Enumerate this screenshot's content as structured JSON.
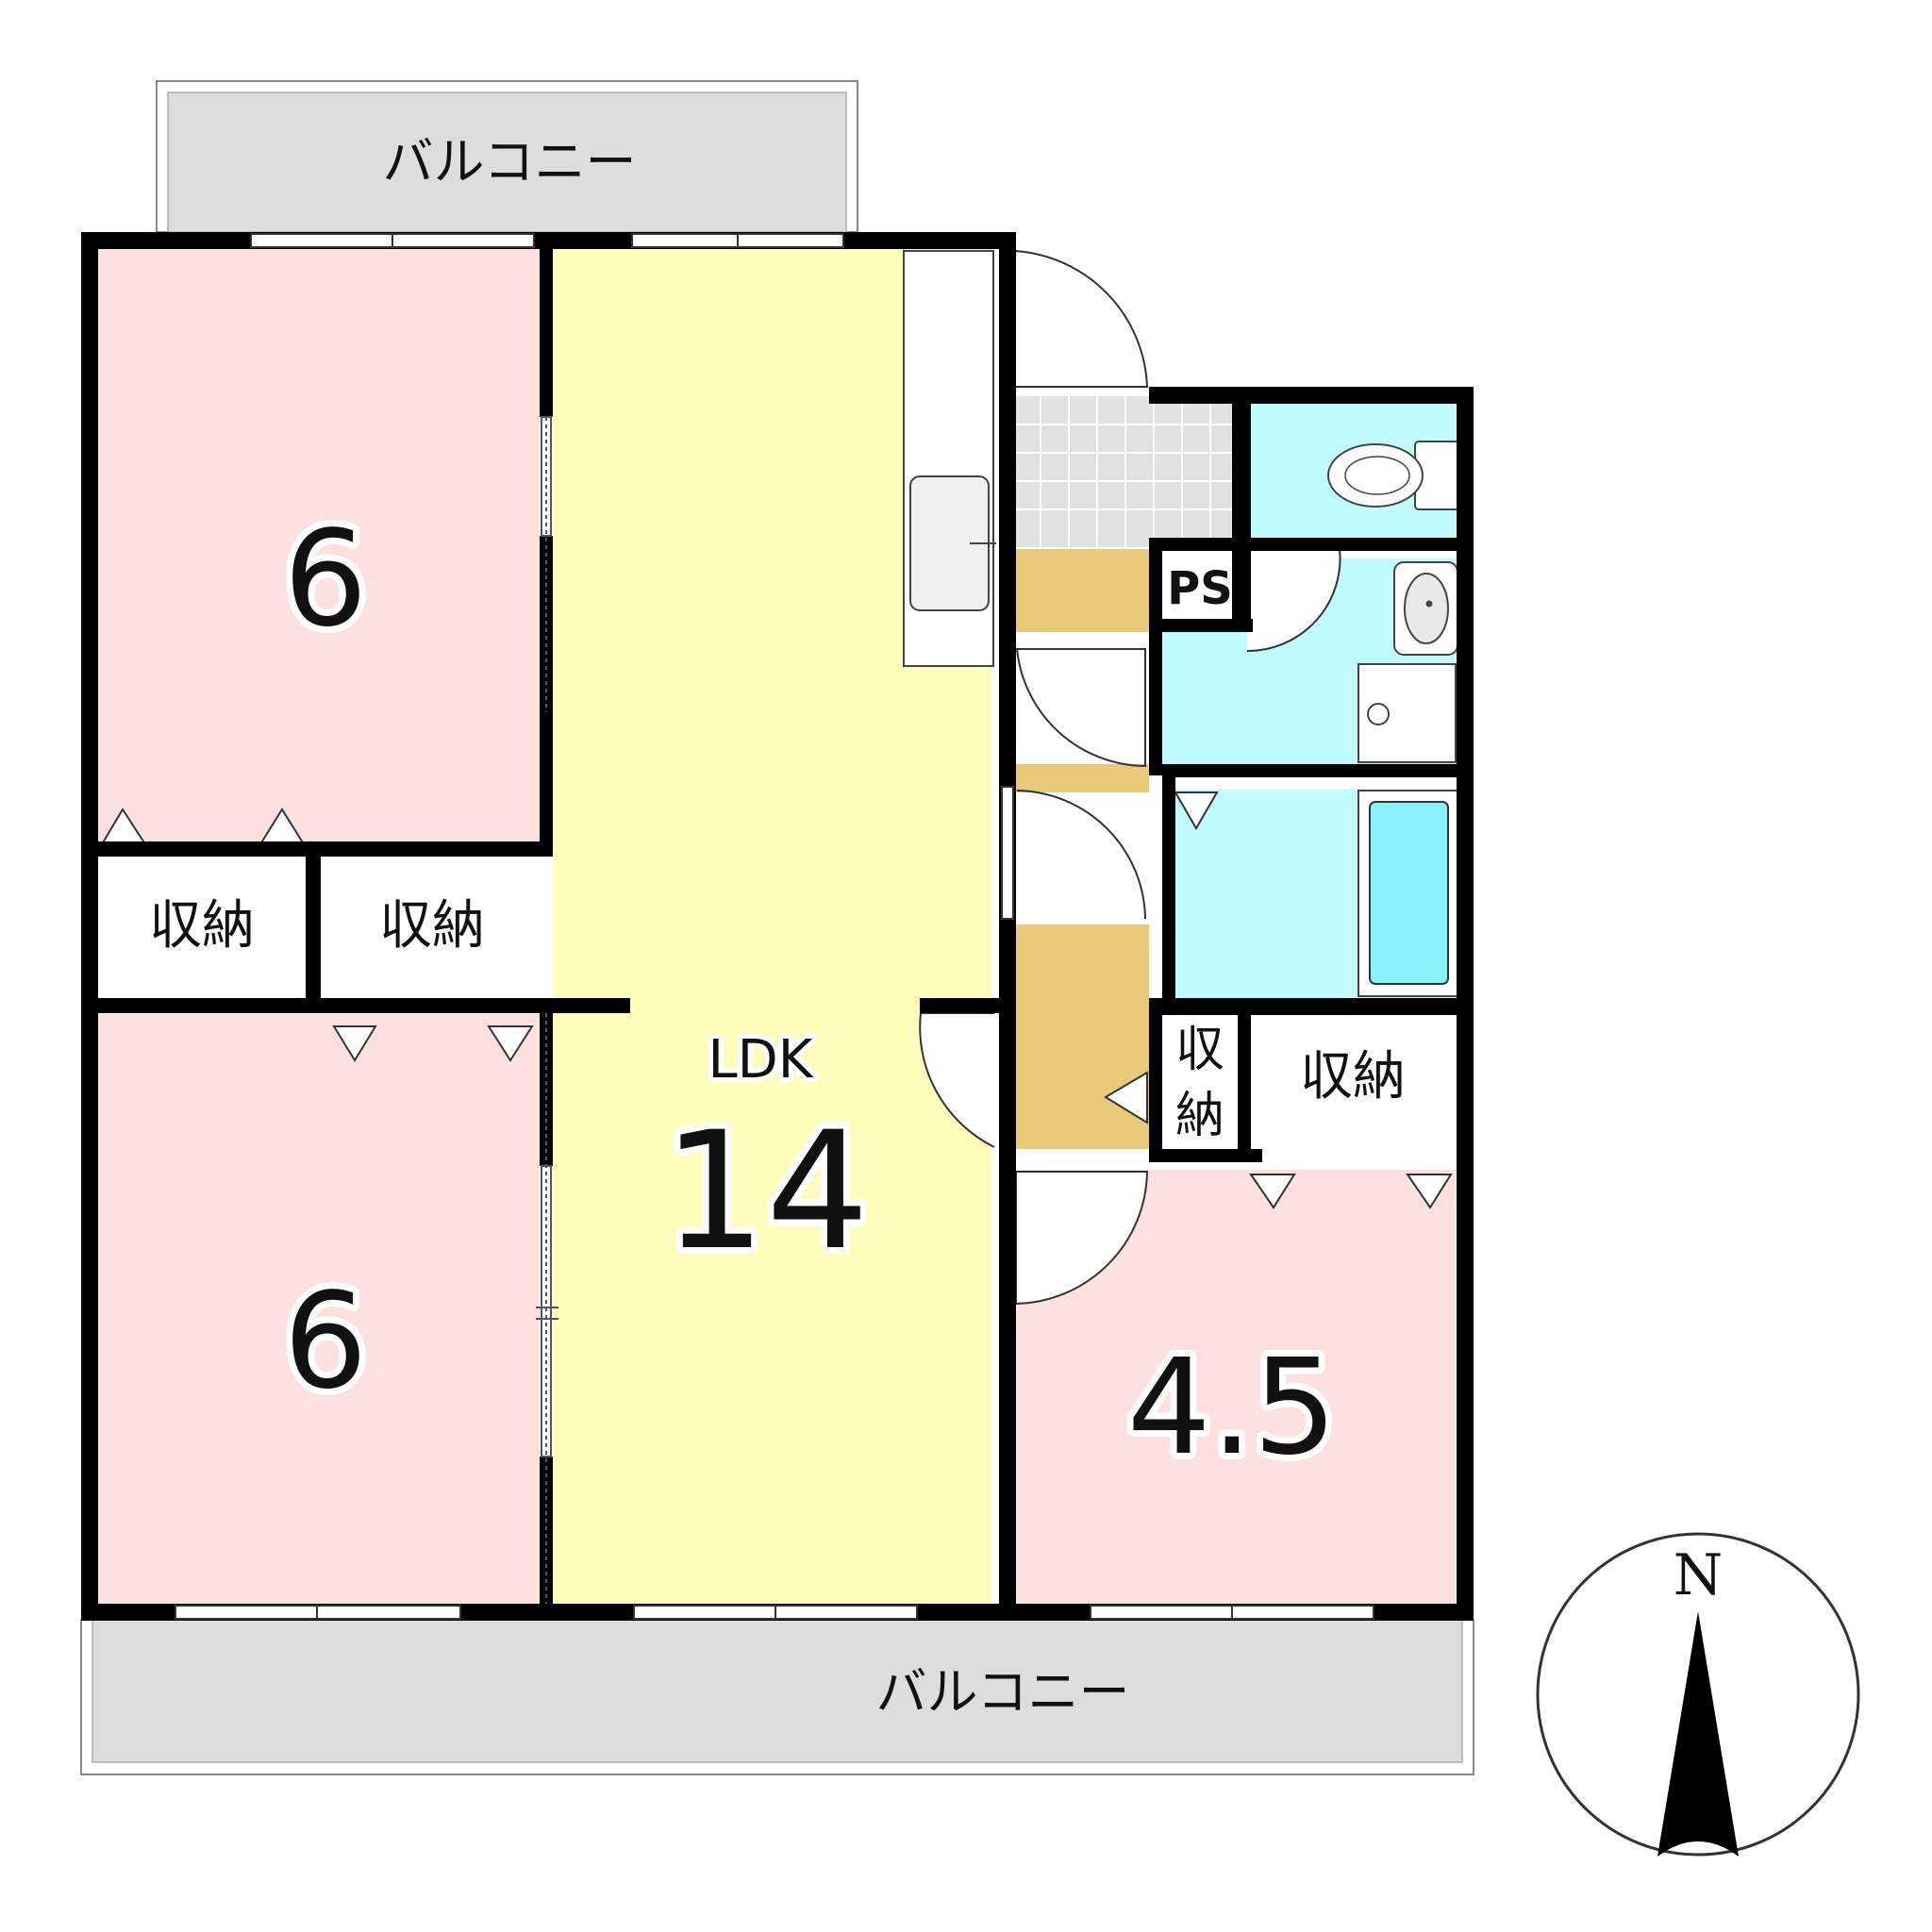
{
  "balconies": {
    "top": "バルコニー",
    "bottom": "バルコニー"
  },
  "rooms": {
    "west_upper": "6",
    "west_lower": "6",
    "ldk_name": "LDK",
    "ldk_size": "14",
    "east_bedroom": "4.5"
  },
  "storage": {
    "closet_left": "収納",
    "closet_center": "収納",
    "closet_narrow_top": "収",
    "closet_narrow_bottom": "納",
    "closet_east": "収納"
  },
  "utility": {
    "pipe_space": "PS"
  },
  "compass": {
    "north": "N"
  },
  "colors": {
    "bedroom": "#fde0e0",
    "ldk": "#fefdbc",
    "hallway": "#e9c97a",
    "wet_area": "#c0fbfd",
    "bathtub": "#87f1fc",
    "balcony": "#dddddd",
    "genkan_tile": "#e2e2e2",
    "wall": "#000000"
  }
}
